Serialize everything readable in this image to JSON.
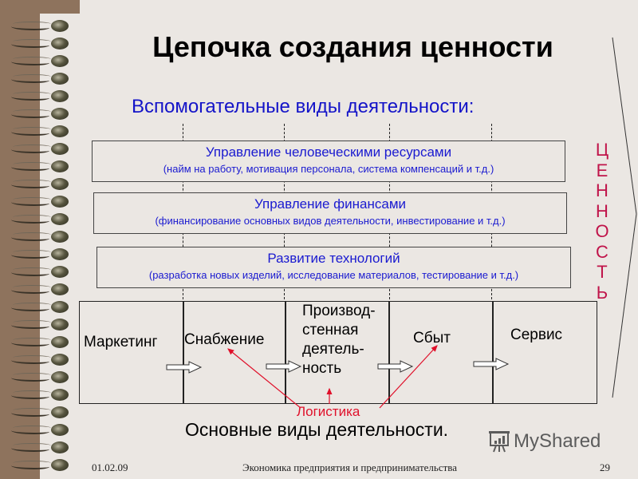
{
  "slide": {
    "title": "Цепочка создания ценности",
    "support_heading": "Вспомогательные виды деятельности:",
    "support_activities": [
      {
        "title": "Управление человеческими ресурсами",
        "detail": "(найм на работу, мотивация персонала, система компенсаций и т.д.)"
      },
      {
        "title": "Управление финансами",
        "detail": "(финансирование основных видов деятельности, инвестирование и  т.д.)"
      },
      {
        "title": "Развитие технологий",
        "detail": "(разработка новых изделий, исследование материалов, тестирование и т.д.)"
      }
    ],
    "primary_activities": [
      {
        "label": "Маркетинг"
      },
      {
        "label": "Снабжение"
      },
      {
        "label": "Производ-\nстенная\nдеятель-\nность",
        "lines": [
          "Производ-",
          "стенная",
          "деятель-",
          "ность"
        ]
      },
      {
        "label": "Сбыт"
      },
      {
        "label": "Сервис"
      }
    ],
    "value_label": "ЦЕННОСТЬ",
    "value_letters": [
      "Ц",
      "Е",
      "Н",
      "Н",
      "О",
      "С",
      "Т",
      "Ь"
    ],
    "logistics_label": "Логистика",
    "primary_heading": "Основные виды деятельности.",
    "colors": {
      "support_text": "#1a1ad0",
      "value_text": "#c0144a",
      "logistics": "#e0102a",
      "background": "#ebe7e3",
      "binder": "#8e735d"
    }
  },
  "footer": {
    "date": "01.02.09",
    "course": "Экономика предприятия и предпринимательства",
    "page_number": "29"
  },
  "watermark": {
    "text": "MyShared",
    "icon": "presentation-board-icon"
  }
}
